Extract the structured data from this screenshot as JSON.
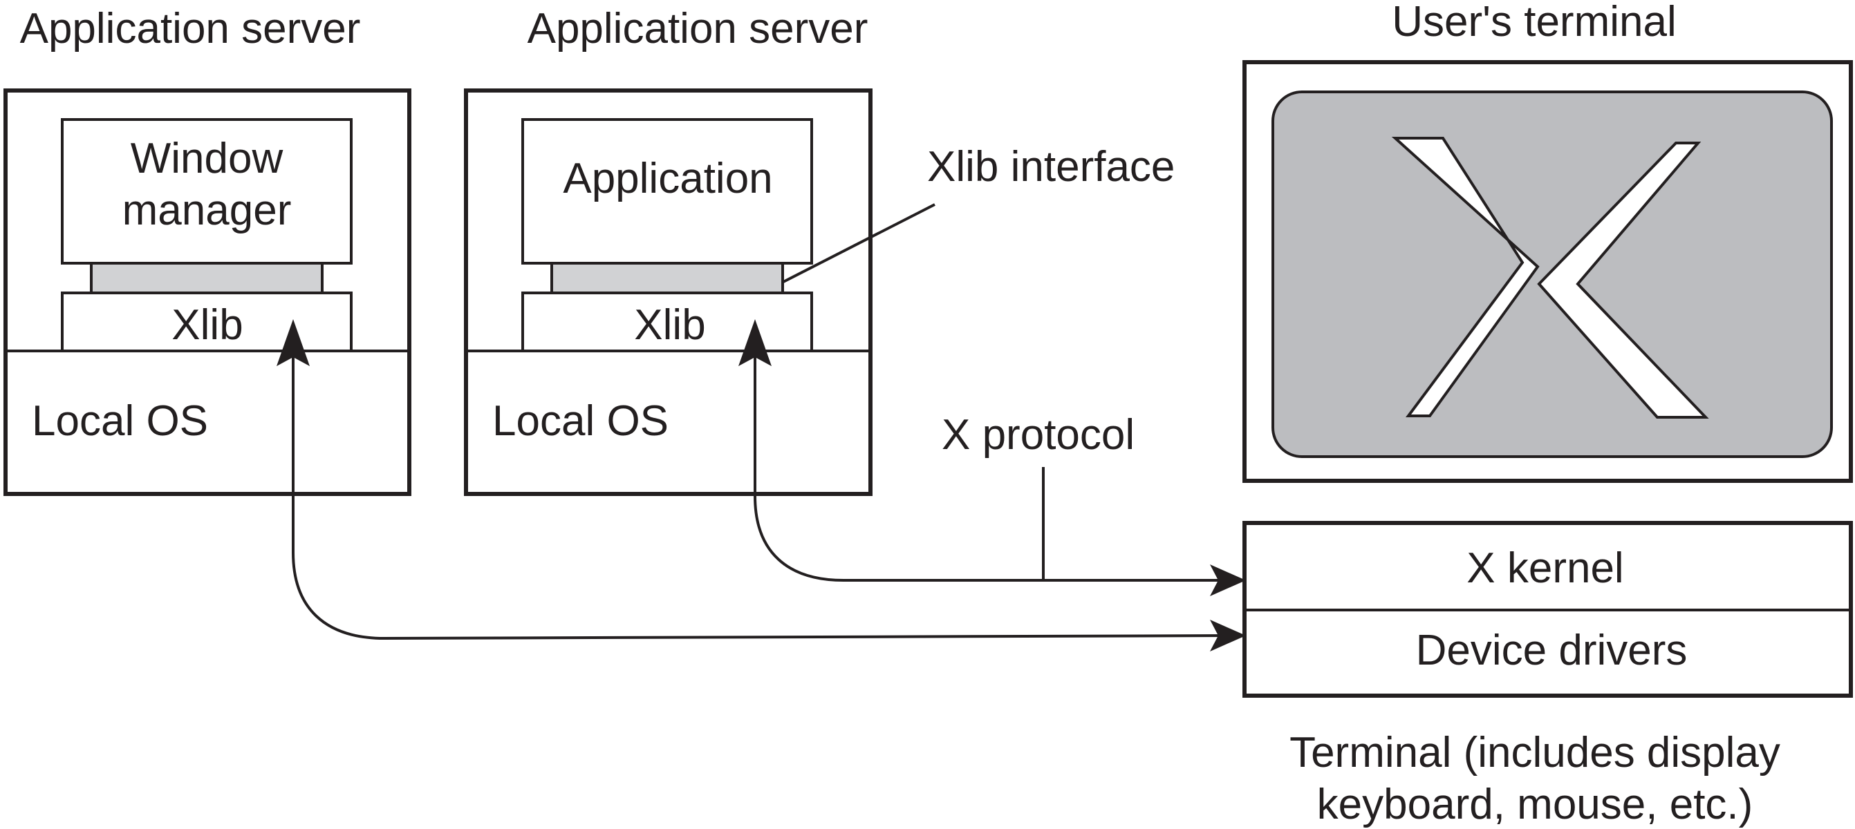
{
  "left_server": {
    "title": "Application server",
    "upper_box": [
      "Window",
      "manager"
    ],
    "xlib": "Xlib",
    "os": "Local OS"
  },
  "middle_server": {
    "title": "Application server",
    "upper_box": "Application",
    "xlib": "Xlib",
    "os": "Local OS"
  },
  "annotations": {
    "xlib_interface": "Xlib interface",
    "x_protocol": "X protocol"
  },
  "terminal": {
    "title": "User's terminal",
    "kernel": "X kernel",
    "drivers": "Device drivers",
    "caption": [
      "Terminal (includes display",
      "keyboard, mouse, etc.)"
    ]
  },
  "colors": {
    "stroke": "#231f20",
    "interface_fill": "#d1d2d4",
    "screen_fill": "#bcbdc0",
    "background": "#ffffff"
  },
  "icons": {
    "screen_logo": "x-window-logo"
  }
}
